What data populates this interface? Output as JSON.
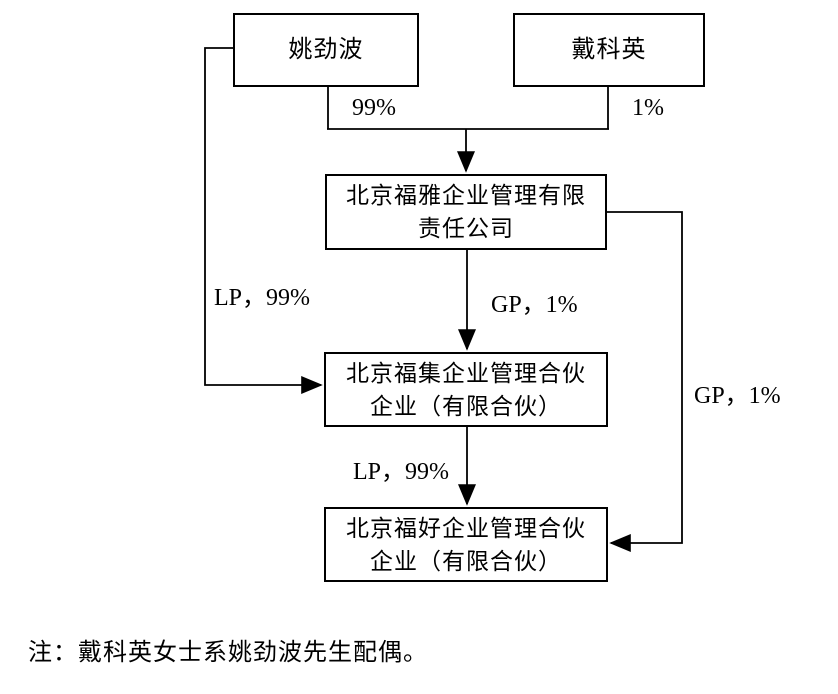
{
  "diagram": {
    "boxes": {
      "yao": {
        "label": "姚劲波"
      },
      "dai": {
        "label": "戴科英"
      },
      "fuya": {
        "line1": "北京福雅企业管理有限",
        "line2": "责任公司"
      },
      "fuji": {
        "line1": "北京福集企业管理合伙",
        "line2": "企业（有限合伙）"
      },
      "fuhao": {
        "line1": "北京福好企业管理合伙",
        "line2": "企业（有限合伙）"
      }
    },
    "edge_labels": {
      "yao_to_fuya": "99%",
      "dai_to_fuya": "1%",
      "yao_to_fuji": "LP，99%",
      "fuya_to_fuji": "GP，1%",
      "fuji_to_fuhao": "LP，99%",
      "fuya_to_fuhao": "GP，1%"
    },
    "note": "注：戴科英女士系姚劲波先生配偶。",
    "colors": {
      "line": "#000000",
      "background": "#ffffff",
      "text": "#000000"
    }
  }
}
